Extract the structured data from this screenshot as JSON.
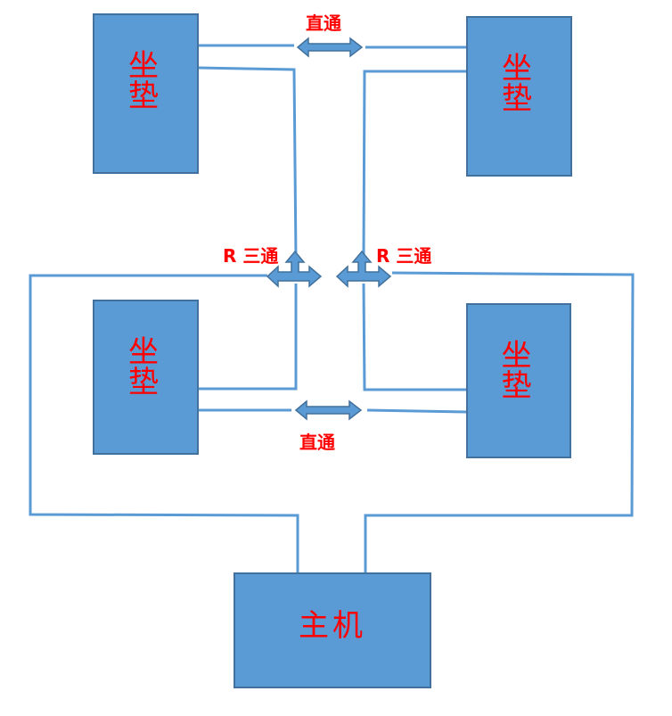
{
  "seats": [
    {
      "id": "top-left",
      "label": "坐垫"
    },
    {
      "id": "top-right",
      "label": "坐垫"
    },
    {
      "id": "bottom-left",
      "label": "坐垫"
    },
    {
      "id": "bottom-right",
      "label": "坐垫"
    }
  ],
  "host": {
    "label": "主机"
  },
  "connectors": {
    "straight_top": "直通",
    "straight_bottom": "直通",
    "tee_left": "R 三通",
    "tee_right": "R 三通"
  },
  "colors": {
    "box_fill": "#5b9bd5",
    "box_border": "#41719c",
    "line": "#5b9bd5",
    "text": "#ff0000"
  }
}
